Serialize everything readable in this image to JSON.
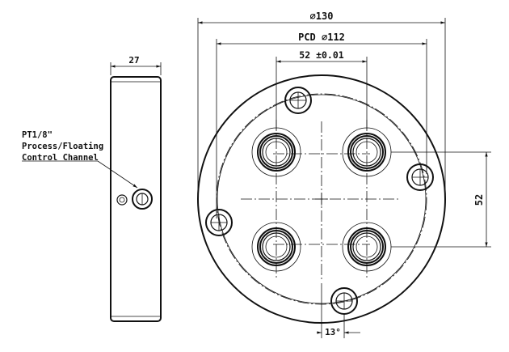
{
  "side_view": {
    "width_dim": "27",
    "port_note": {
      "line1": "PT1/8\"",
      "line2": "Process/Floating",
      "line3": "Control Channel"
    }
  },
  "front_view": {
    "outer_diameter": "∅130",
    "pcd": "PCD ∅112",
    "bolt_spacing": "52 ±0.01",
    "vertical_spacing": "52",
    "angle": "13°"
  }
}
